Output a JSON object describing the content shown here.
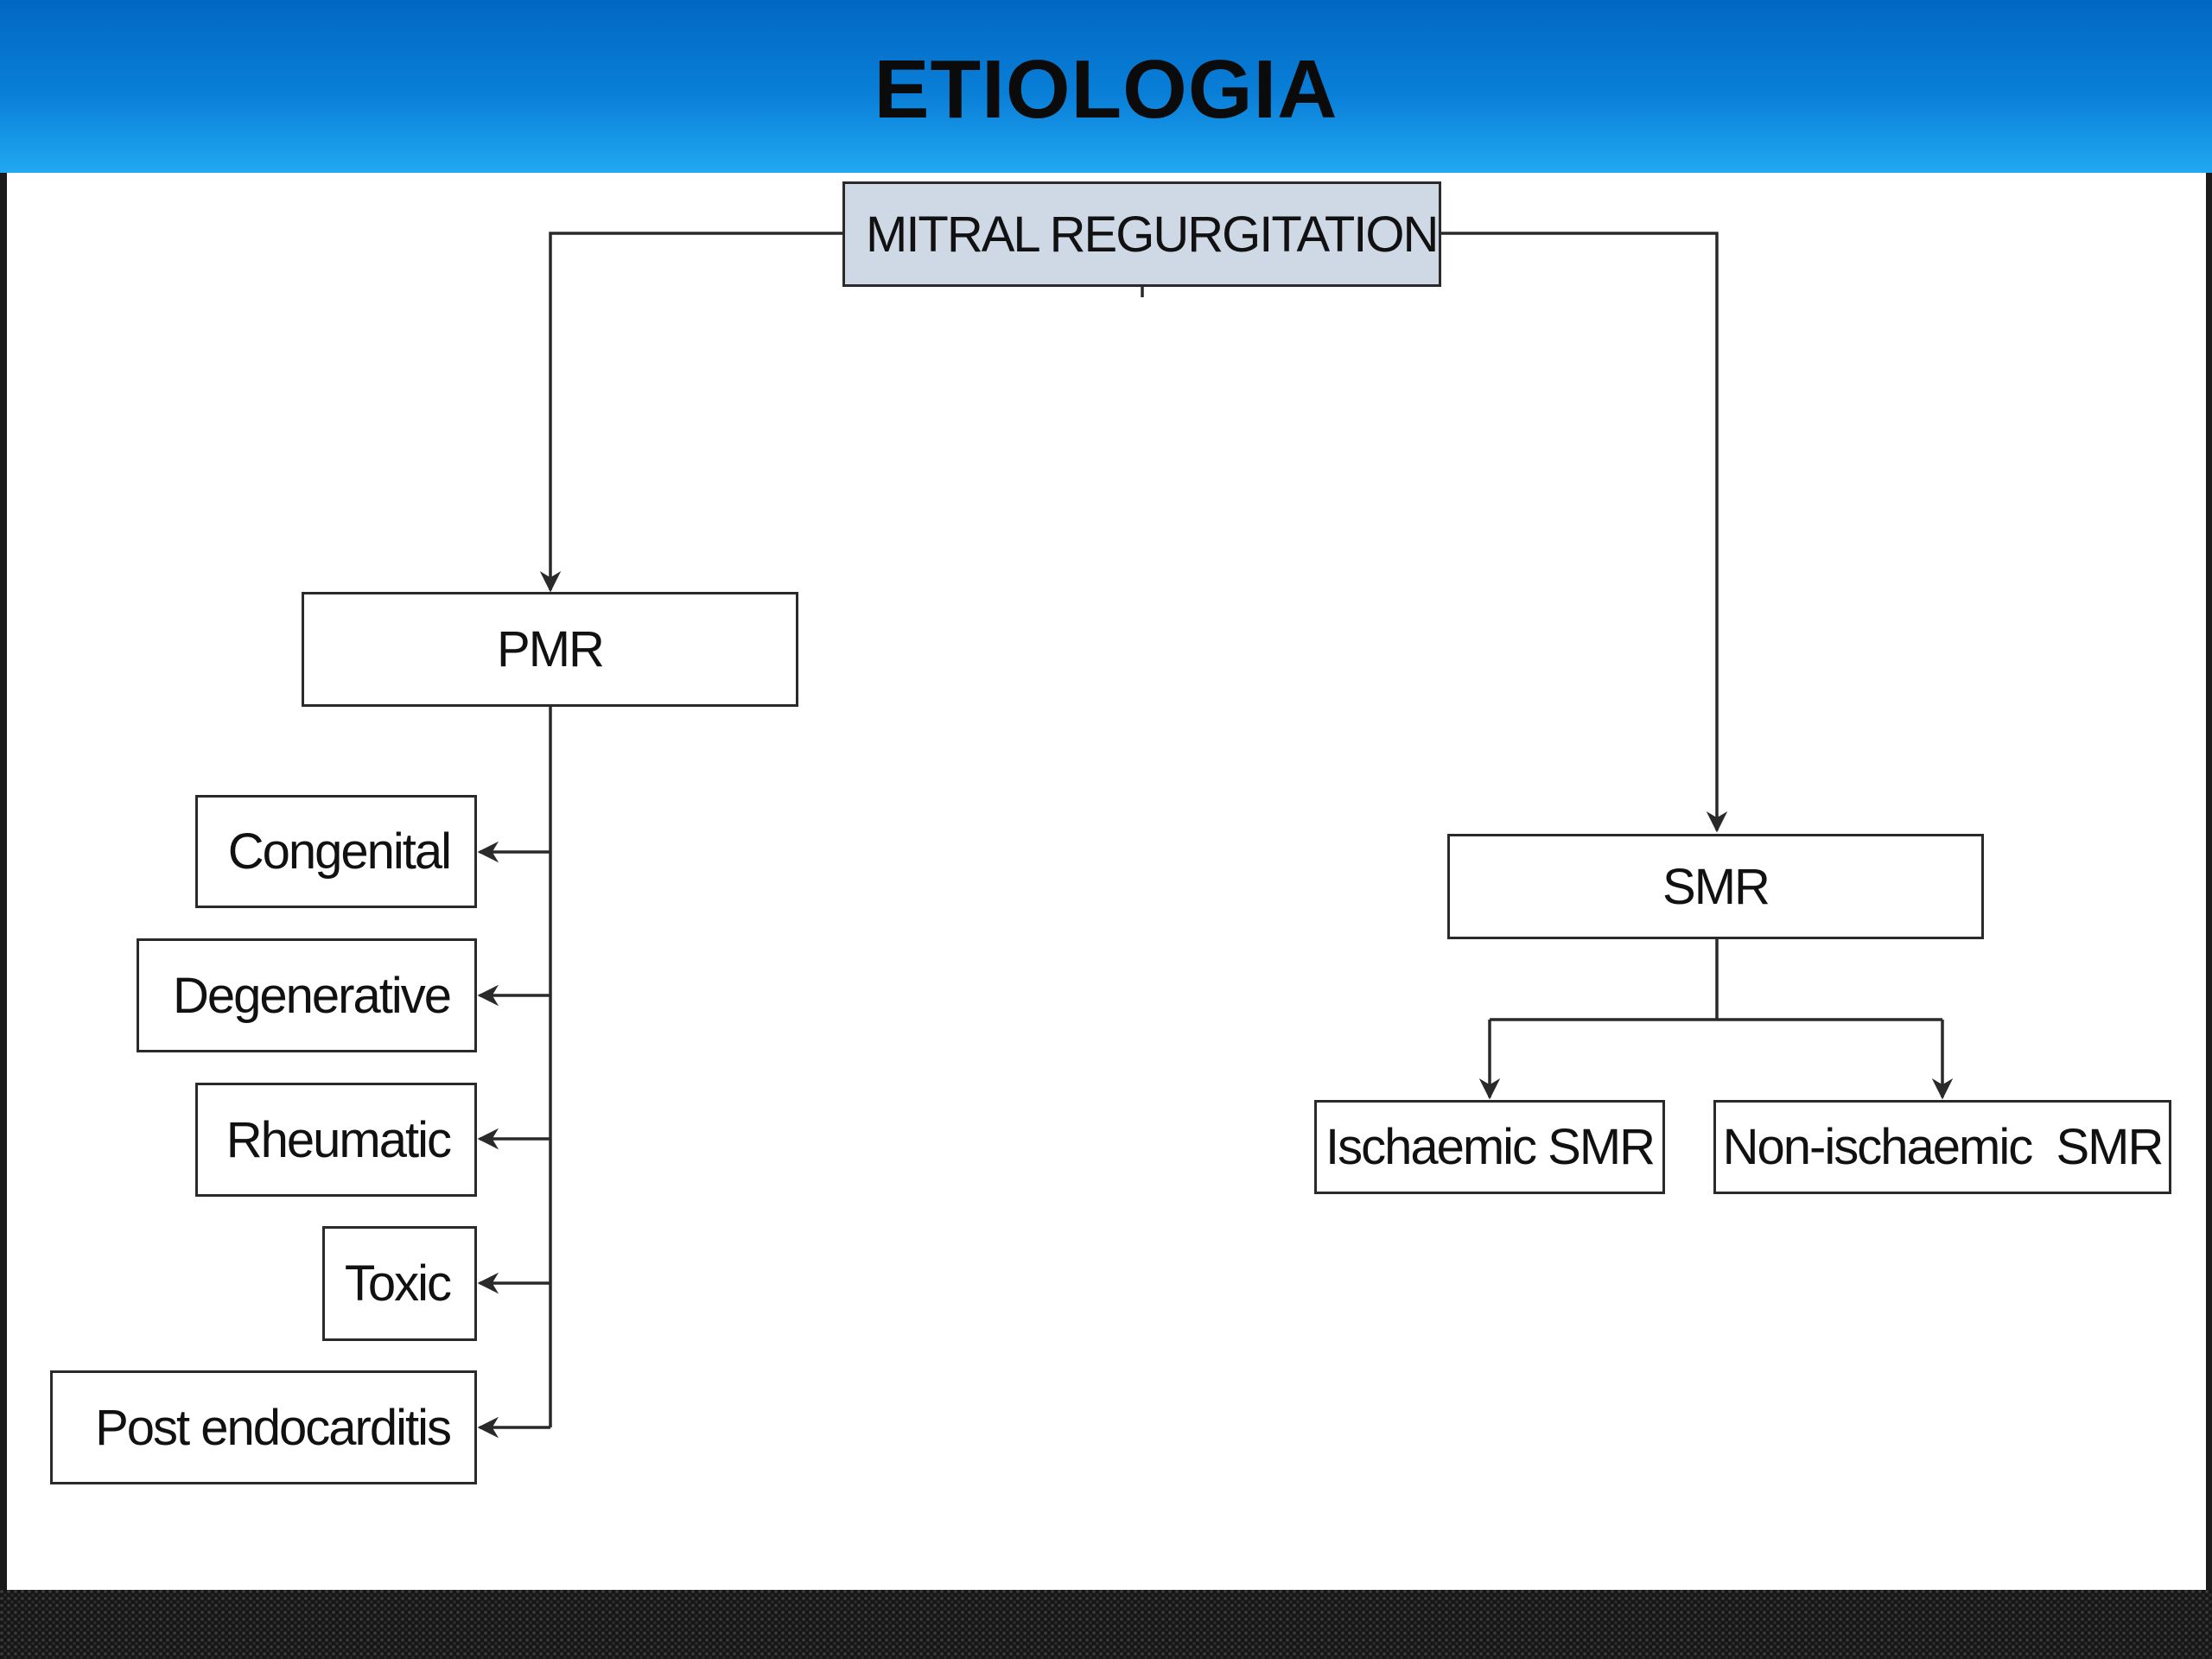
{
  "slide": {
    "title": "ETIOLOGIA"
  },
  "diagram": {
    "root": "MITRAL REGURGITATION",
    "pmr": {
      "label": "PMR",
      "causes": [
        "Congenital",
        "Degenerative",
        "Rheumatic",
        "Toxic",
        "Post endocarditis"
      ]
    },
    "smr": {
      "label": "SMR",
      "types": [
        "Ischaemic SMR",
        "Non-ischaemic  SMR"
      ]
    }
  },
  "colors": {
    "title_bar": "#0a7fd8",
    "root_fill": "#cfd9e6",
    "line": "#2a2a2a"
  }
}
